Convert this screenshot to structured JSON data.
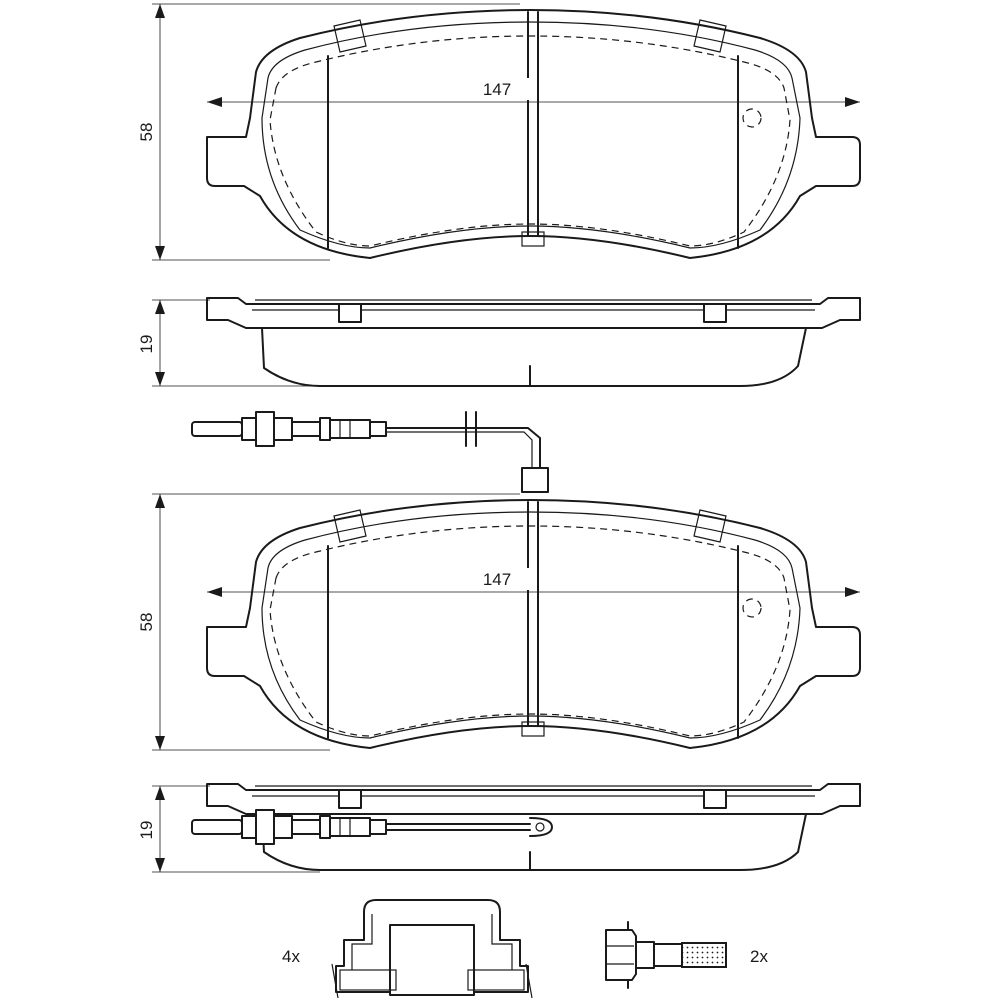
{
  "dimensions": {
    "pad1_width": "147",
    "pad1_height": "58",
    "pad1_thickness": "19",
    "pad2_width": "147",
    "pad2_height": "58",
    "pad2_thickness": "19"
  },
  "accessories": {
    "clip_quantity": "4x",
    "bolt_quantity": "2x"
  }
}
